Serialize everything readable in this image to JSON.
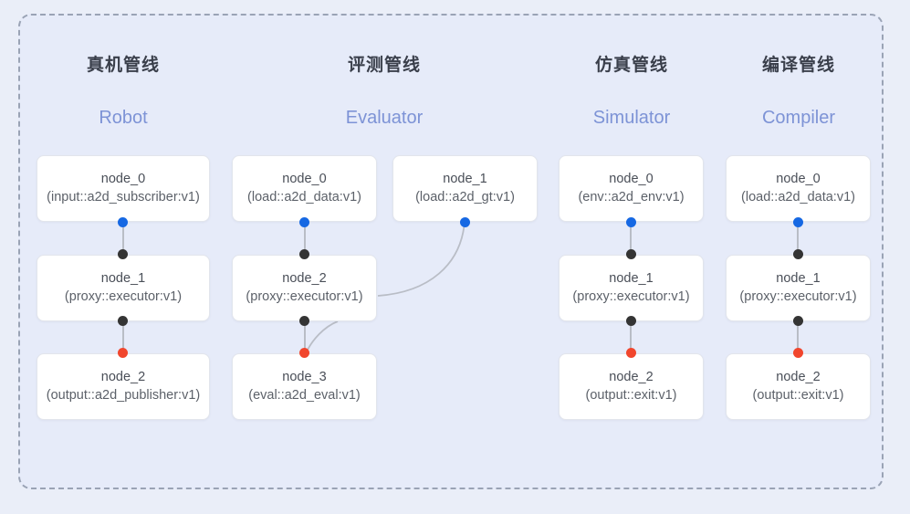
{
  "diagram": {
    "title_frame": "pipeline-overview",
    "background_color": "#e6ebf9",
    "outer_background_color": "#eaeef8",
    "border_style": "dashed",
    "border_color": "#9aa3b5"
  },
  "port_colors": {
    "blue": "#1668e3",
    "black": "#343434",
    "red": "#f1462d",
    "edge": "#b9bdc6"
  },
  "columns": [
    {
      "id": "robot",
      "title_cn": "真机管线",
      "title_en": "Robot",
      "nodes": [
        {
          "name": "node_0",
          "type": "(input::a2d_subscriber:v1)"
        },
        {
          "name": "node_1",
          "type": "(proxy::executor:v1)"
        },
        {
          "name": "node_2",
          "type": "(output::a2d_publisher:v1)"
        }
      ]
    },
    {
      "id": "evaluator",
      "title_cn": "评测管线",
      "title_en": "Evaluator",
      "nodes": [
        {
          "name": "node_0",
          "type": "(load::a2d_data:v1)"
        },
        {
          "name": "node_1",
          "type": "(load::a2d_gt:v1)"
        },
        {
          "name": "node_2",
          "type": "(proxy::executor:v1)"
        },
        {
          "name": "node_3",
          "type": "(eval::a2d_eval:v1)"
        }
      ]
    },
    {
      "id": "simulator",
      "title_cn": "仿真管线",
      "title_en": "Simulator",
      "nodes": [
        {
          "name": "node_0",
          "type": "(env::a2d_env:v1)"
        },
        {
          "name": "node_1",
          "type": "(proxy::executor:v1)"
        },
        {
          "name": "node_2",
          "type": "(output::exit:v1)"
        }
      ]
    },
    {
      "id": "compiler",
      "title_cn": "编译管线",
      "title_en": "Compiler",
      "nodes": [
        {
          "name": "node_0",
          "type": "(load::a2d_data:v1)"
        },
        {
          "name": "node_1",
          "type": "(proxy::executor:v1)"
        },
        {
          "name": "node_2",
          "type": "(output::exit:v1)"
        }
      ]
    }
  ]
}
